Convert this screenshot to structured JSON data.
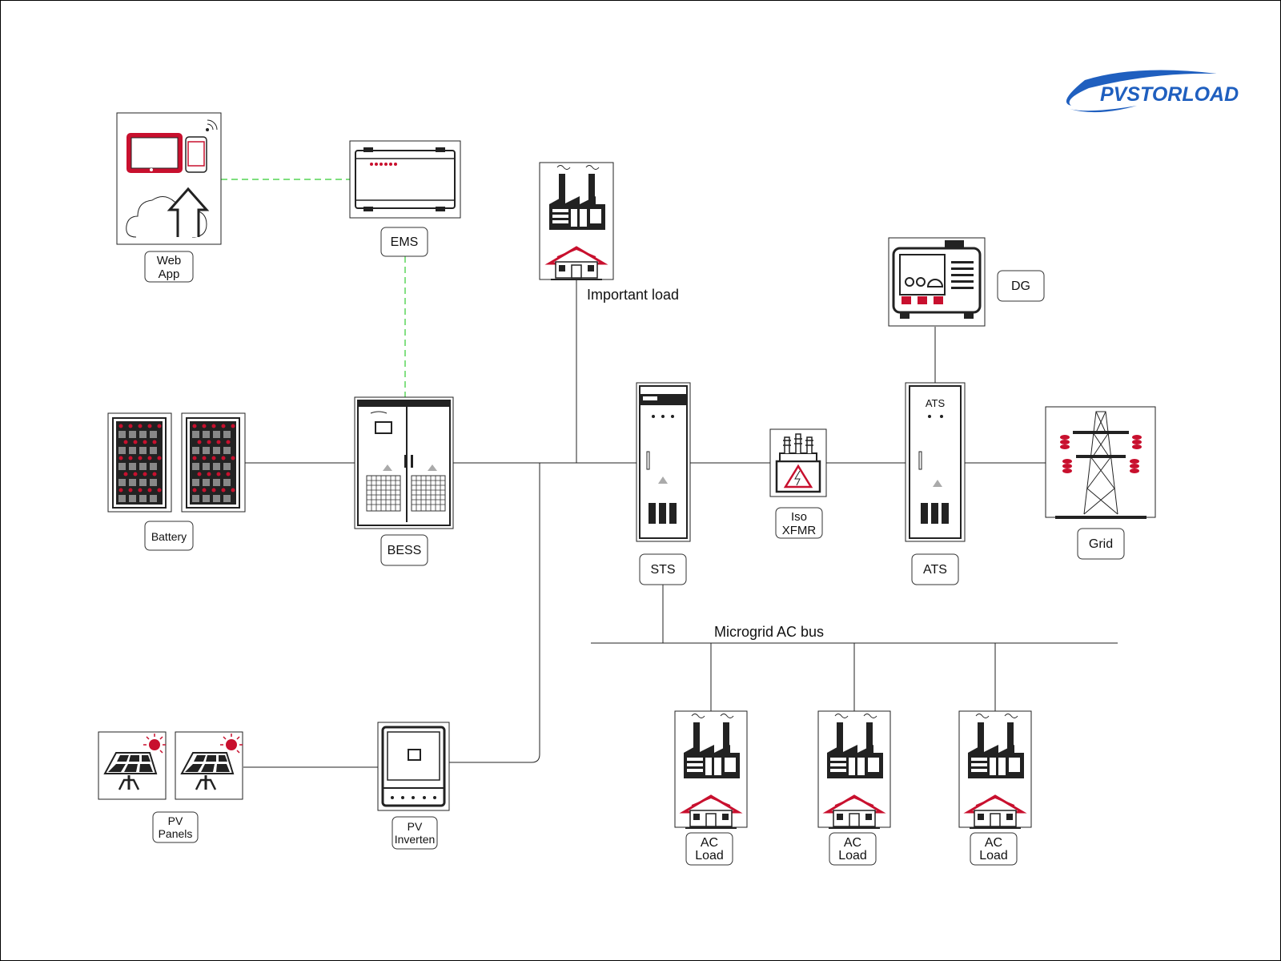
{
  "brand": {
    "logo_text": "PVSTORLOAD",
    "logo_color": "#1f5fbf"
  },
  "colors": {
    "accent": "#c8102e",
    "comm_link": "#33cc33",
    "line": "#222222"
  },
  "labels": {
    "web_app": [
      "Web",
      "App"
    ],
    "ems": "EMS",
    "important_load": "Important load",
    "dg": "DG",
    "battery": "Battery",
    "bess": "BESS",
    "sts": "STS",
    "iso_xfmr": [
      "Iso",
      "XFMR"
    ],
    "ats": "ATS",
    "ats_panel": "ATS",
    "grid": "Grid",
    "microgrid_bus": "Microgrid AC bus",
    "pv_panels": [
      "PV",
      "Panels"
    ],
    "pv_inverter": [
      "PV",
      "Inverten"
    ],
    "ac_load_1": [
      "AC",
      "Load"
    ],
    "ac_load_2": [
      "AC",
      "Load"
    ],
    "ac_load_3": [
      "AC",
      "Load"
    ]
  }
}
